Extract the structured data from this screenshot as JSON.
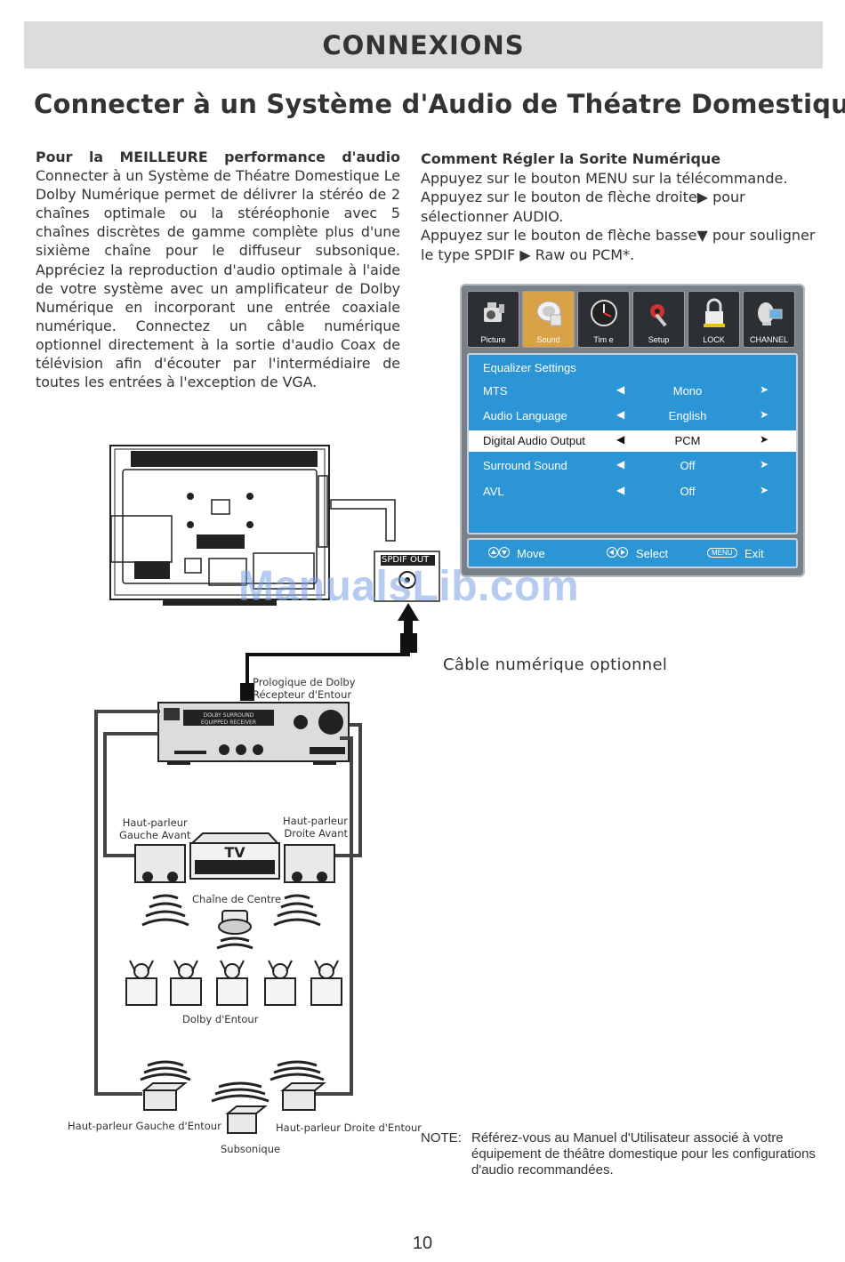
{
  "header": {
    "title": "CONNEXIONS"
  },
  "page_title": "Connecter à un Système d'Audio de Théatre Domestique",
  "left_column": {
    "lead": "Pour la MEILLEURE performance d'audio",
    "body": "Connecter à un Système de Théatre Domestique Le Dolby Numérique permet de délivrer la stéréo de 2 chaînes optimale ou la stéréophonie avec 5 chaînes discrètes de gamme complète plus d'une sixième chaîne pour le diffuseur subsonique. Appréciez la reproduction d'audio optimale à l'aide de votre système avec un amplificateur de Dolby Numérique en incorporant une entrée coaxiale numérique. Connectez un câble numérique optionnel directement à la sortie d'audio Coax de télévision afin d'écouter par l'intermédiaire de toutes les entrées à l'exception de VGA."
  },
  "right_column": {
    "title": "Comment Régler la Sorite Numérique",
    "line1": "Appuyez sur le bouton MENU sur la télécommande.",
    "line2": "Appuyez sur le bouton de flèche droite▶ pour sélectionner AUDIO.",
    "line3": "Appuyez sur le bouton de flèche basse▼ pour souligner le type SPDIF ▶ Raw ou PCM*."
  },
  "osd": {
    "tabs": [
      {
        "label": "Picture",
        "icon": "camera-icon"
      },
      {
        "label": "Sound",
        "icon": "sound-icon"
      },
      {
        "label": "Tim e",
        "icon": "clock-icon"
      },
      {
        "label": "Setup",
        "icon": "tools-icon"
      },
      {
        "label": "LOCK",
        "icon": "lock-icon"
      },
      {
        "label": "CHANNEL",
        "icon": "satellite-icon"
      }
    ],
    "panel_title": "Equalizer Settings",
    "rows": [
      {
        "label": "MTS",
        "value": "Mono"
      },
      {
        "label": "Audio Language",
        "value": "English"
      },
      {
        "label": "Digital Audio Output",
        "value": "PCM"
      },
      {
        "label": "Surround Sound",
        "value": "Off"
      },
      {
        "label": "AVL",
        "value": "Off"
      }
    ],
    "arrow_left": "◀",
    "arrow_right": "➤",
    "footer": {
      "move": "Move",
      "select": "Select",
      "menu_badge": "MENU",
      "exit": "Exit"
    }
  },
  "diagram": {
    "spdif": "SPDIF OUT",
    "receiver": "Prologique de Dolby\nRécepteur d'Entour",
    "receiver_display_1": "DOLBY SURROUND",
    "receiver_display_2": "EQUIPPED RECEIVER",
    "front_left": "Haut-parleur\nGauche Avant",
    "front_right": "Haut-parleur\nDroite Avant",
    "tv": "TV",
    "center": "Chaîne de Centre",
    "dolby_surround": "Dolby d'Entour",
    "surround_left": "Haut-parleur Gauche d'Entour",
    "surround_right": "Haut-parleur Droite d'Entour",
    "subwoofer": "Subsonique"
  },
  "cable_label": "Câble numérique optionnel",
  "note": {
    "label": "NOTE:",
    "body": "Référez-vous au Manuel d'Utilisateur associé à votre équipement de théâtre domestique pour les configurations d'audio recommandées."
  },
  "watermark": "ManualsLib.com",
  "page_number": "10"
}
